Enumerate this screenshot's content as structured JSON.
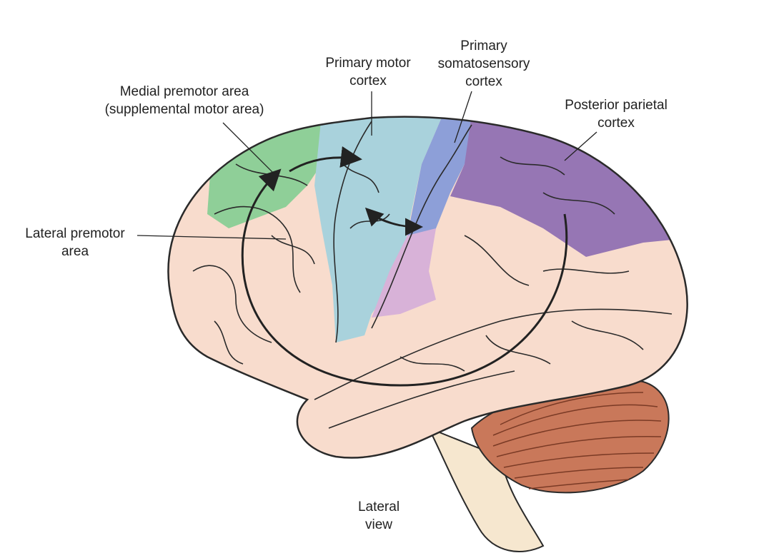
{
  "labels": {
    "medial_premotor": [
      "Medial premotor area",
      "(supplemental motor area)"
    ],
    "primary_motor": [
      "Primary motor",
      "cortex"
    ],
    "primary_somatosensory": [
      "Primary",
      "somatosensory",
      "cortex"
    ],
    "posterior_parietal": [
      "Posterior parietal",
      "cortex"
    ],
    "lateral_premotor": [
      "Lateral premotor",
      "area"
    ],
    "view": [
      "Lateral",
      "view"
    ]
  },
  "colors": {
    "cortex": "#f8dccd",
    "medial_premotor": "#8fcf98",
    "primary_motor": "#a9d2dc",
    "primary_somatosensory": "#8d9fd8",
    "posterior_parietal": "#9676b4",
    "lower_somatosensory": "#d8b2d8",
    "cerebellum": "#c9785a",
    "brainstem": "#f6e7cf",
    "outline": "#2a2a2a"
  }
}
